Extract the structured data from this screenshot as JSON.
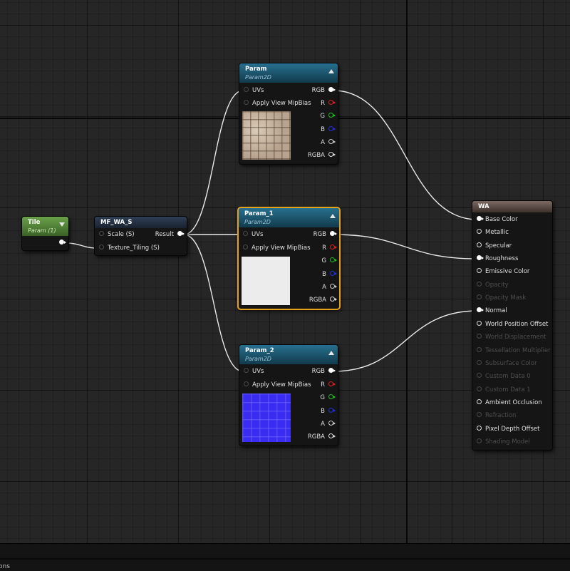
{
  "nodes": {
    "tile": {
      "title": "Tile",
      "subtitle": "Param (1)"
    },
    "func": {
      "title": "MF_WA_S",
      "inputs": [
        "Scale (S)",
        "Texture_Tiling (S)"
      ],
      "output": "Result"
    },
    "param": {
      "title": "Param",
      "subtitle": "Param2D",
      "inputs": [
        "UVs",
        "Apply View MipBias"
      ],
      "outputs": [
        "RGB",
        "R",
        "G",
        "B",
        "A",
        "RGBA"
      ],
      "thumbnail": "tile-floor-texture"
    },
    "param1": {
      "title": "Param_1",
      "subtitle": "Param2D",
      "inputs": [
        "UVs",
        "Apply View MipBias"
      ],
      "outputs": [
        "RGB",
        "R",
        "G",
        "B",
        "A",
        "RGBA"
      ],
      "thumbnail": "white-texture",
      "selected": true
    },
    "param2": {
      "title": "Param_2",
      "subtitle": "Param2D",
      "inputs": [
        "UVs",
        "Apply View MipBias"
      ],
      "outputs": [
        "RGB",
        "R",
        "G",
        "B",
        "A",
        "RGBA"
      ],
      "thumbnail": "normal-map-texture"
    },
    "result": {
      "title": "WA",
      "pins": [
        {
          "label": "Base Color",
          "enabled": true,
          "connected": true
        },
        {
          "label": "Metallic",
          "enabled": true,
          "connected": false
        },
        {
          "label": "Specular",
          "enabled": true,
          "connected": false
        },
        {
          "label": "Roughness",
          "enabled": true,
          "connected": true
        },
        {
          "label": "Emissive Color",
          "enabled": true,
          "connected": false
        },
        {
          "label": "Opacity",
          "enabled": false,
          "connected": false
        },
        {
          "label": "Opacity Mask",
          "enabled": false,
          "connected": false
        },
        {
          "label": "Normal",
          "enabled": true,
          "connected": true
        },
        {
          "label": "World Position Offset",
          "enabled": true,
          "connected": false
        },
        {
          "label": "World Displacement",
          "enabled": false,
          "connected": false
        },
        {
          "label": "Tessellation Multiplier",
          "enabled": false,
          "connected": false
        },
        {
          "label": "Subsurface Color",
          "enabled": false,
          "connected": false
        },
        {
          "label": "Custom Data 0",
          "enabled": false,
          "connected": false
        },
        {
          "label": "Custom Data 1",
          "enabled": false,
          "connected": false
        },
        {
          "label": "Ambient Occlusion",
          "enabled": true,
          "connected": false
        },
        {
          "label": "Refraction",
          "enabled": false,
          "connected": false
        },
        {
          "label": "Pixel Depth Offset",
          "enabled": true,
          "connected": false
        },
        {
          "label": "Shading Model",
          "enabled": false,
          "connected": false
        }
      ]
    }
  },
  "pin_colors": {
    "R": "#e02020",
    "G": "#20c020",
    "B": "#2030e0",
    "A": "#c8c8c8"
  },
  "header_colors": {
    "texture": "#27708f",
    "function": "#2e3f55",
    "parameter": "#6aa24a",
    "material": "#7c6a62",
    "selection": "#e8a21a"
  },
  "bottom_bar": {
    "tab_label": "ons"
  }
}
